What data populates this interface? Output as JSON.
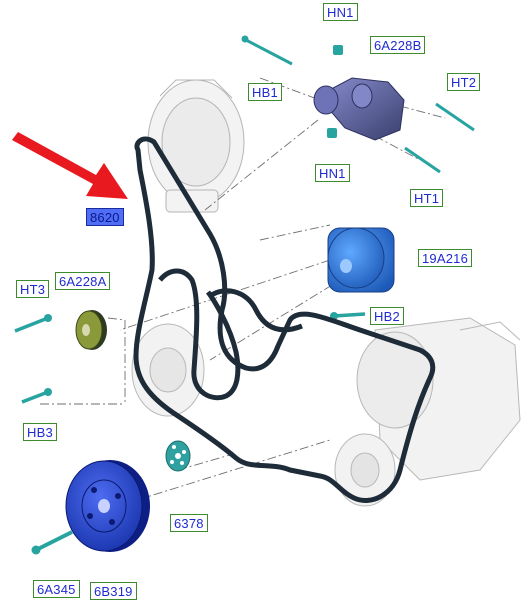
{
  "labels": {
    "hn1_top": "HN1",
    "p6a228b": "6A228B",
    "hb1": "HB1",
    "ht2": "HT2",
    "hn1_mid": "HN1",
    "ht1": "HT1",
    "p8620": "8620",
    "p19a216": "19A216",
    "ht3": "HT3",
    "p6a228a": "6A228A",
    "hb2": "HB2",
    "hb3": "HB3",
    "p6378": "6378",
    "p6a345": "6A345",
    "p6b319": "6B319"
  },
  "colors": {
    "label_text": "#1f2bd1",
    "label_border": "#3c8b2e",
    "selected_fill": "#4f6df5",
    "belt": "#1e2b38",
    "arrow": "#e8191f",
    "pump": "#2a6fd6",
    "pulley": "#1f3fd0",
    "bolt": "#27a3a0"
  }
}
